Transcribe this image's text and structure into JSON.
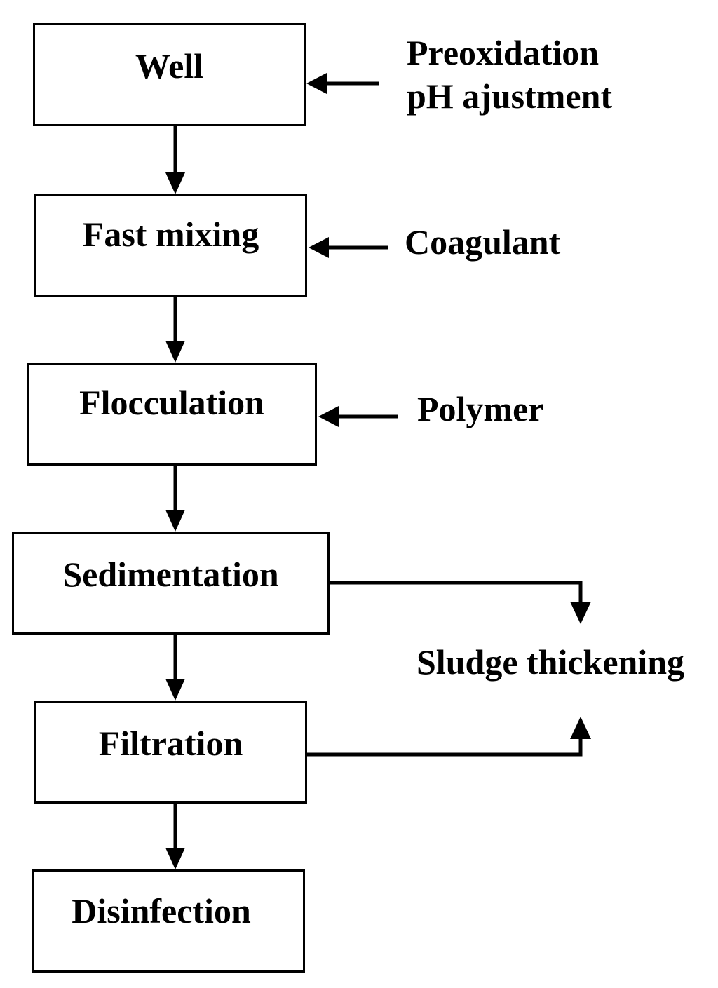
{
  "diagram": {
    "steps": [
      {
        "id": "well",
        "label": "Well"
      },
      {
        "id": "fast-mixing",
        "label": "Fast mixing"
      },
      {
        "id": "flocculation",
        "label": "Flocculation"
      },
      {
        "id": "sedimentation",
        "label": "Sedimentation"
      },
      {
        "id": "filtration",
        "label": "Filtration"
      },
      {
        "id": "disinfection",
        "label": "Disinfection"
      }
    ],
    "inputs": {
      "well_line1": "Preoxidation",
      "well_line2": "pH ajustment",
      "fast_mixing": "Coagulant",
      "flocculation": "Polymer"
    },
    "sludge_output": "Sludge thickening",
    "colors": {
      "stroke": "#000000",
      "background": "#ffffff"
    }
  }
}
